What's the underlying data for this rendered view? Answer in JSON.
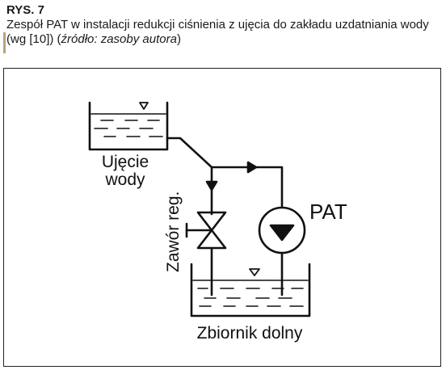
{
  "figure": {
    "number": "RYS. 7",
    "title_main": "Zespół PAT w instalacji redukcji ciśnienia z ujęcia do zakładu uzdatniania wody (wg [10]) (",
    "title_source": "źródło: zasoby autora",
    "title_close": ")",
    "accent_color": "#b8a37c"
  },
  "diagram": {
    "intake_label_line1": "Ujęcie",
    "intake_label_line2": "wody",
    "valve_label": "Zawór reg.",
    "pat_label": "PAT",
    "lower_tank_label": "Zbiornik dolny"
  }
}
